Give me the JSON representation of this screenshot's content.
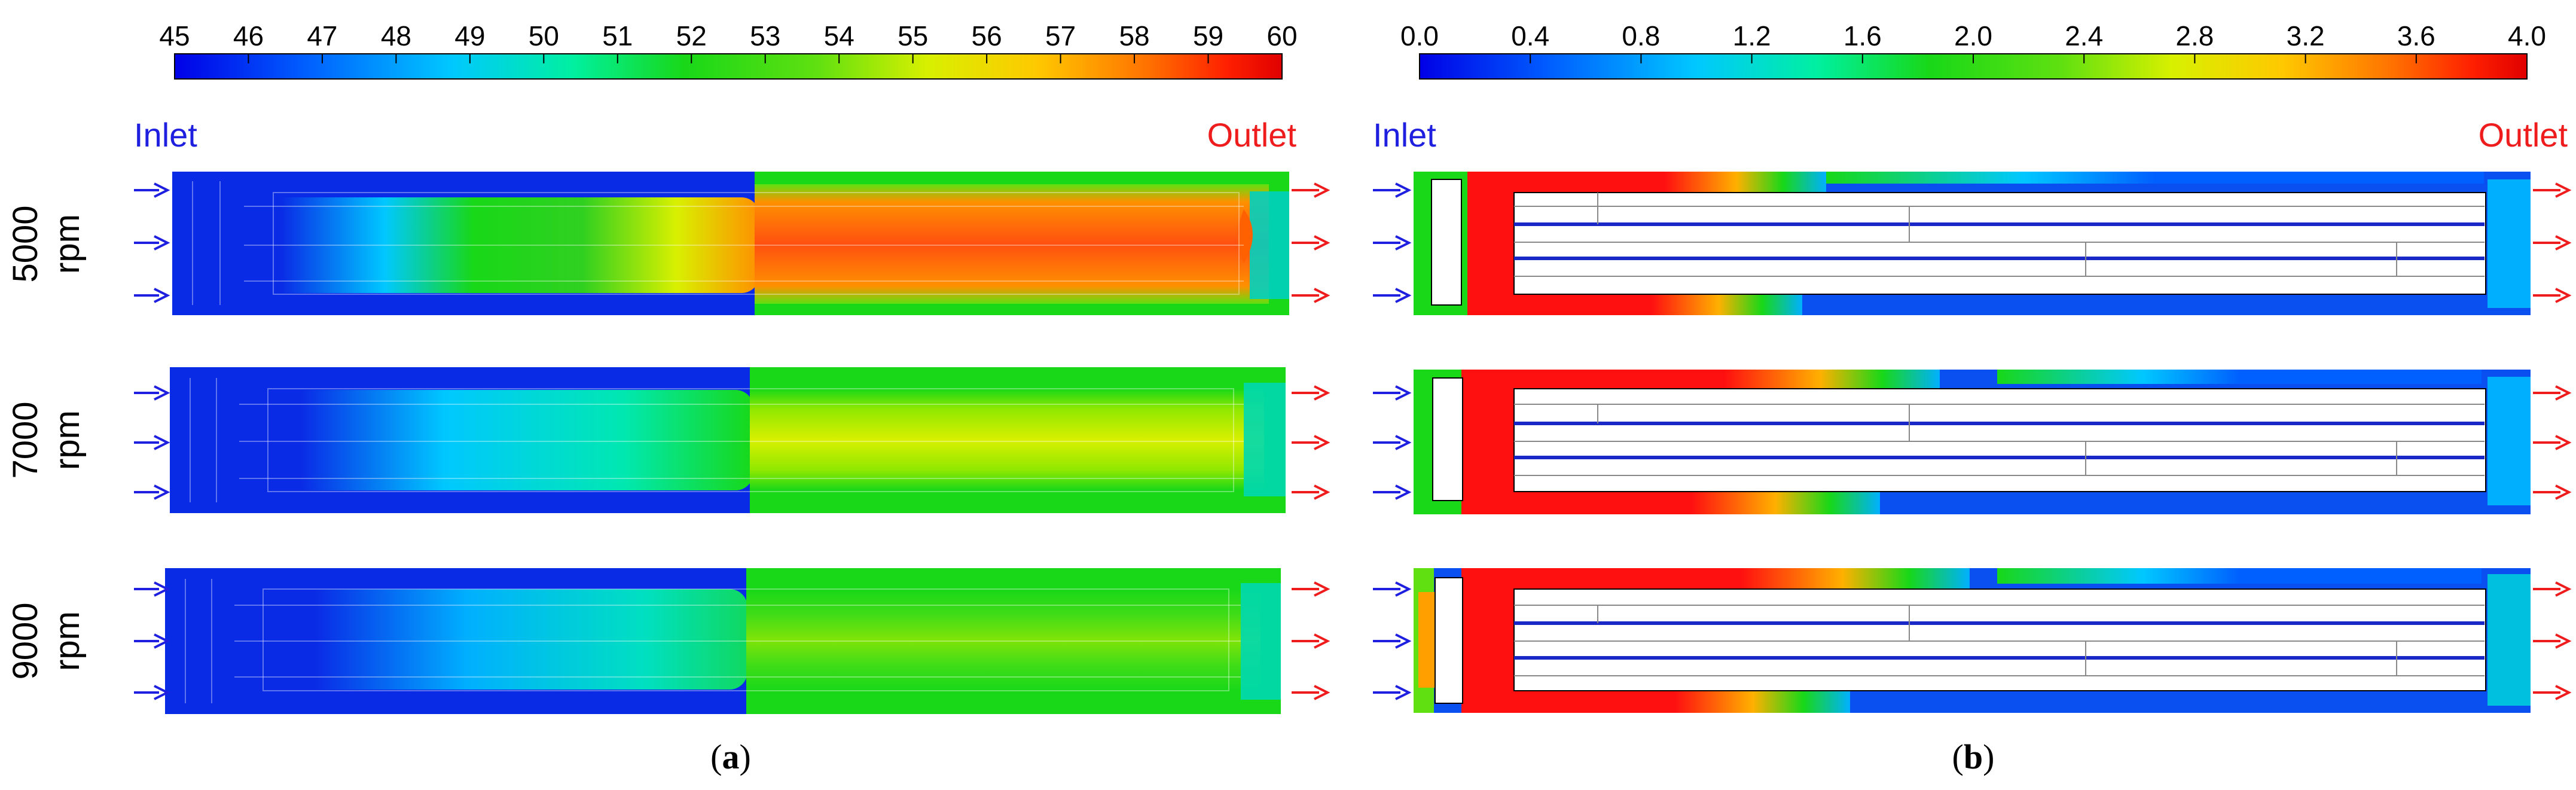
{
  "colors": {
    "inlet_text": "#1f1fe0",
    "outlet_text": "#ee1c1c",
    "inlet_arrow": "#1f1fe0",
    "outlet_arrow": "#ee1c1c",
    "low_field": "#0a2be6",
    "colormap": [
      "#0000e6",
      "#0060ff",
      "#00c8ff",
      "#00f0a0",
      "#18d818",
      "#60e010",
      "#d8f000",
      "#ffc800",
      "#ff7000",
      "#ff2000",
      "#e00000"
    ]
  },
  "panel_a": {
    "colorbar_ticks": [
      "45",
      "46",
      "47",
      "48",
      "49",
      "50",
      "51",
      "52",
      "53",
      "54",
      "55",
      "56",
      "57",
      "58",
      "59",
      "60"
    ],
    "inlet_label": "Inlet",
    "outlet_label": "Outlet",
    "caption_open": "(",
    "caption_letter": "a",
    "caption_close": ")"
  },
  "panel_b": {
    "colorbar_ticks": [
      "0.0",
      "0.4",
      "0.8",
      "1.2",
      "1.6",
      "2.0",
      "2.4",
      "2.8",
      "3.2",
      "3.6",
      "4.0"
    ],
    "inlet_label": "Inlet",
    "outlet_label": "Outlet",
    "caption_open": "(",
    "caption_letter": "b",
    "caption_close": ")"
  },
  "rows": [
    {
      "value": "5000",
      "unit": "rpm"
    },
    {
      "value": "7000",
      "unit": "rpm"
    },
    {
      "value": "9000",
      "unit": "rpm"
    }
  ]
}
